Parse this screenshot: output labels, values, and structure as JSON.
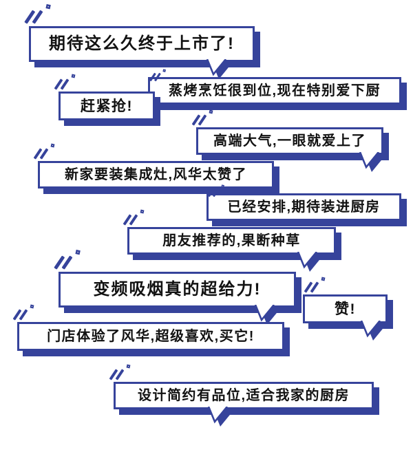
{
  "poster": {
    "background": "#ffffff",
    "accent_color": "#36439b",
    "text_color": "#121212",
    "bubbles": [
      {
        "text": "期待这么久终于上市了!"
      },
      {
        "text": "蒸烤烹饪很到位,现在特别爱下厨"
      },
      {
        "text": "赶紧抢!"
      },
      {
        "text": "高端大气,一眼就爱上了"
      },
      {
        "text": "新家要装集成灶,风华太赞了"
      },
      {
        "text": "已经安排,期待装进厨房"
      },
      {
        "text": "朋友推荐的,果断种草"
      },
      {
        "text": "变频吸烟真的超给力!"
      },
      {
        "text": "赞!"
      },
      {
        "text": "门店体验了风华,超级喜欢,买它!"
      },
      {
        "text": "设计简约有品位,适合我家的厨房"
      }
    ]
  }
}
